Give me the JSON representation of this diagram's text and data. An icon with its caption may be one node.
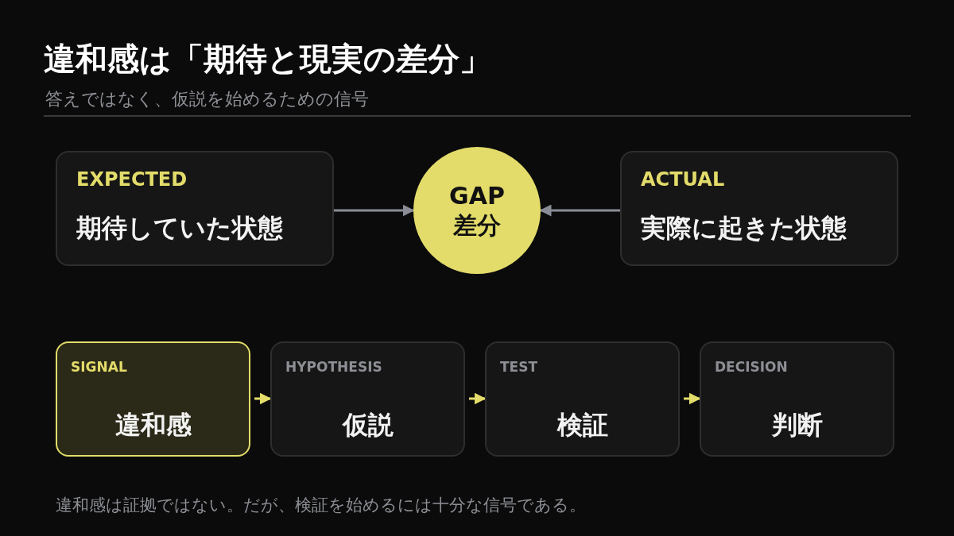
{
  "diagram": {
    "title": "違和感は「期待と現実の差分」",
    "caption": "違和感は証拠ではない。だが、検証を始めるには十分な信号である。",
    "nodes": [
      {
        "text": [
          "EXPECTED",
          "期待していた状態"
        ]
      },
      {
        "text": [
          "GAP",
          "差分"
        ]
      },
      {
        "text": [
          "ACTUAL",
          "実際に起きた状態"
        ]
      },
      {
        "text": [
          "SIGNAL",
          "違和感"
        ]
      },
      {
        "text": [
          "HYPOTHESIS",
          "仮説"
        ]
      },
      {
        "text": [
          "TEST",
          "検証"
        ]
      },
      {
        "text": [
          "DECISION",
          "判断"
        ]
      }
    ],
    "edges": [
      {
        "from": 0,
        "to": 1,
        "arrow": "to",
        "color": "#8a8d96"
      },
      {
        "from": 2,
        "to": 1,
        "arrow": "to",
        "color": "#8a8d96"
      },
      {
        "from": 3,
        "to": 4,
        "arrow": "to"
      },
      {
        "from": 4,
        "to": 5,
        "arrow": "to"
      },
      {
        "from": 5,
        "to": 6,
        "arrow": "to"
      }
    ],
    "labels": [
      "答えではなく、仮説を始めるための信号"
    ]
  }
}
